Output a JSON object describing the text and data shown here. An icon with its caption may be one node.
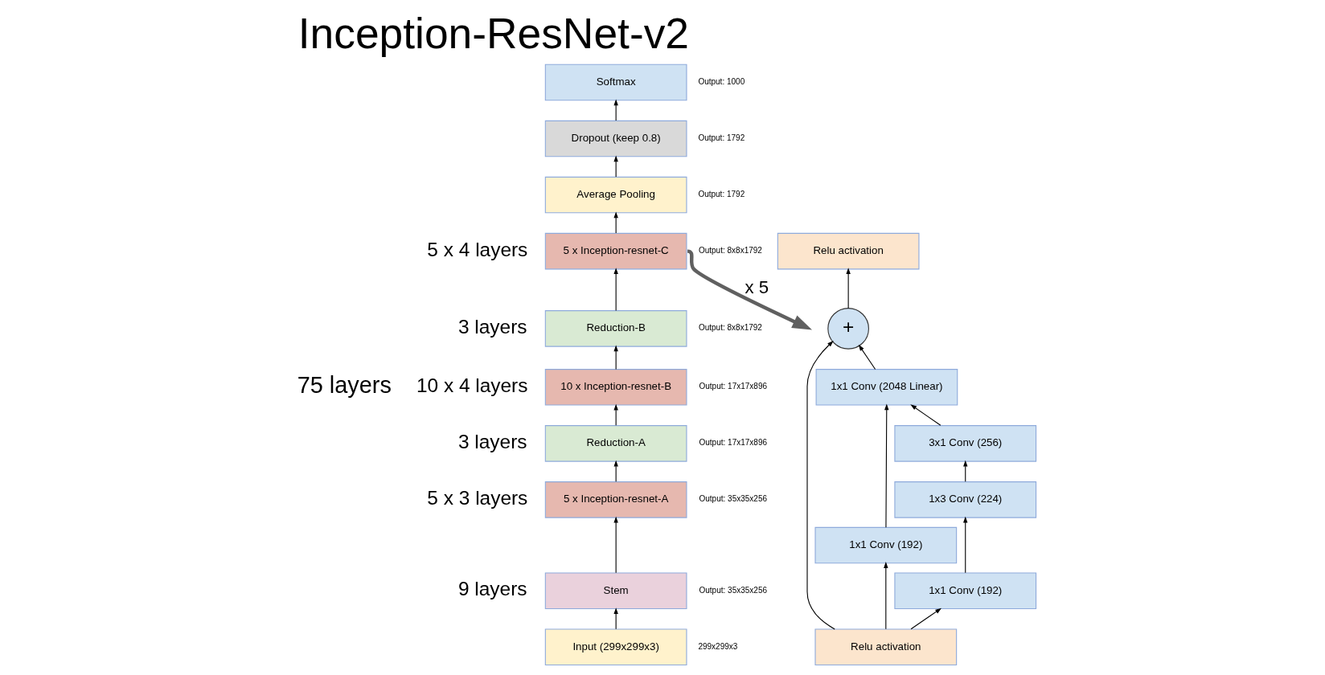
{
  "diagram": {
    "title": "Inception-ResNet-v2",
    "nodes": [
      {
        "text": [
          "Softmax"
        ],
        "beside": [
          "Output: 1000"
        ]
      },
      {
        "text": [
          "Dropout (keep 0.8)"
        ],
        "beside": [
          "Output: 1792"
        ]
      },
      {
        "text": [
          "Average Pooling"
        ],
        "beside": [
          "Output: 1792"
        ]
      },
      {
        "text": [
          "5 x Inception-resnet-C"
        ],
        "beside": [
          "5 x 4 layers",
          "Output: 8x8x1792"
        ]
      },
      {
        "text": [
          "Reduction-B"
        ],
        "beside": [
          "3 layers",
          "Output: 8x8x1792"
        ]
      },
      {
        "text": [
          "10 x Inception-resnet-B"
        ],
        "beside": [
          "10 x 4 layers",
          "Output: 17x17x896"
        ]
      },
      {
        "text": [
          "Reduction-A"
        ],
        "beside": [
          "3 layers",
          "Output: 17x17x896"
        ]
      },
      {
        "text": [
          "5 x Inception-resnet-A"
        ],
        "beside": [
          "5 x 3 layers",
          "Output: 35x35x256"
        ]
      },
      {
        "text": [
          "Stem"
        ],
        "beside": [
          "9 layers",
          "Output: 35x35x256"
        ]
      },
      {
        "text": [
          "Input (299x299x3)"
        ],
        "beside": [
          "299x299x3"
        ]
      },
      {
        "text": [
          "Relu activation"
        ]
      },
      {
        "text": [
          "+"
        ]
      },
      {
        "text": [
          "1x1 Conv (2048 Linear)"
        ]
      },
      {
        "text": [
          "3x1 Conv (256)"
        ]
      },
      {
        "text": [
          "1x1 Conv (192)"
        ]
      },
      {
        "text": [
          "1x3 Conv (224)"
        ]
      },
      {
        "text": [
          "1x1 Conv (192)"
        ]
      },
      {
        "text": [
          "Relu activation"
        ]
      }
    ],
    "edges": [
      {
        "from": 9,
        "to": 8,
        "arrow": "to"
      },
      {
        "from": 8,
        "to": 7,
        "arrow": "to"
      },
      {
        "from": 7,
        "to": 6,
        "arrow": "to"
      },
      {
        "from": 6,
        "to": 5,
        "arrow": "to"
      },
      {
        "from": 5,
        "to": 4,
        "arrow": "to"
      },
      {
        "from": 4,
        "to": 3,
        "arrow": "to"
      },
      {
        "from": 3,
        "to": 2,
        "arrow": "to"
      },
      {
        "from": 2,
        "to": 1,
        "arrow": "to"
      },
      {
        "from": 1,
        "to": 0,
        "arrow": "to"
      },
      {
        "from": 3,
        "to": null,
        "arrow": "to",
        "label": "x 5",
        "style": "thick",
        "color": "#606060"
      },
      {
        "from": 17,
        "to": 11,
        "arrow": "to"
      },
      {
        "from": 17,
        "to": 14,
        "arrow": "to"
      },
      {
        "from": 17,
        "to": 16,
        "arrow": "to"
      },
      {
        "from": 16,
        "to": 15,
        "arrow": "to"
      },
      {
        "from": 15,
        "to": 13,
        "arrow": "to"
      },
      {
        "from": 14,
        "to": 12,
        "arrow": "to"
      },
      {
        "from": 13,
        "to": 12,
        "arrow": "to"
      },
      {
        "from": 12,
        "to": 11,
        "arrow": "to"
      },
      {
        "from": 11,
        "to": 10,
        "arrow": "to"
      }
    ],
    "labels": [
      "75 layers"
    ]
  }
}
